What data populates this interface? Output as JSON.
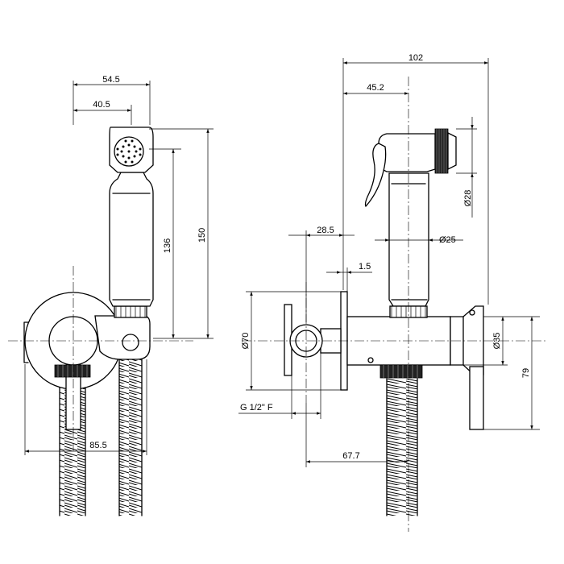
{
  "dimensions": {
    "left_width_overall": "54.5",
    "left_width_handle": "40.5",
    "left_height_136": "136",
    "left_height_150": "150",
    "left_width_bottom": "85.5",
    "right_width_overall": "102",
    "right_width_45": "45.2",
    "right_dia_28": "Ø28",
    "right_dia_25": "Ø25",
    "right_width_28": "28.5",
    "right_thickness": "1.5",
    "right_dia_70": "Ø70",
    "right_dia_35": "Ø35",
    "right_height_79": "79",
    "right_thread": "G 1/2\" F",
    "right_width_67": "67.7"
  }
}
